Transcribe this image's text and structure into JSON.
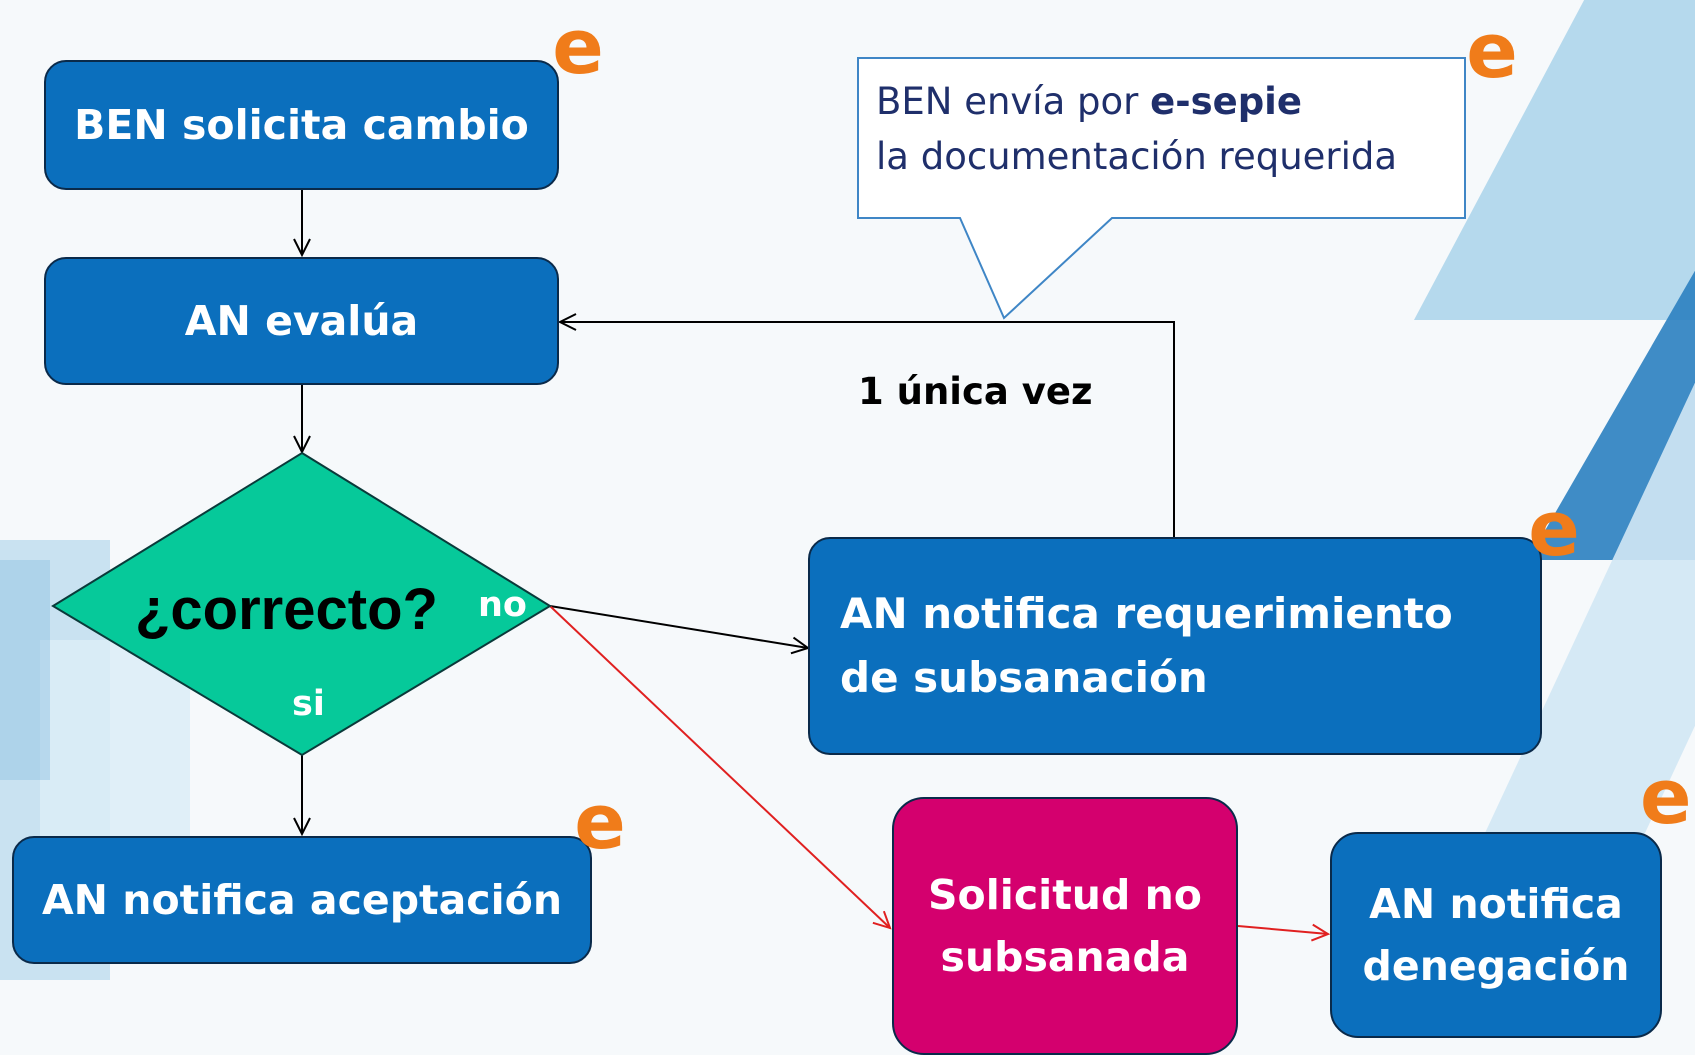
{
  "boxes": {
    "solicita": "BEN solicita cambio",
    "evalua": "AN evalúa",
    "aceptacion": "AN notifica aceptación",
    "requerimiento_line1": "AN notifica requerimiento",
    "requerimiento_line2": "de subsanación",
    "no_subsanada_line1": "Solicitud no",
    "no_subsanada_line2": "subsanada",
    "denegacion_line1": "AN notifica",
    "denegacion_line2": "denegación"
  },
  "decision": {
    "question": "¿correcto?",
    "no_label": "no",
    "si_label": "si"
  },
  "callout": {
    "prefix": "BEN envía por ",
    "bold": "e-sepie",
    "line2": "la documentación requerida"
  },
  "loop_label": "1 única vez",
  "icons": {
    "e_icon_glyph": "e",
    "e_icon_name": "e-sepie-icon",
    "color": "#f07c1a"
  },
  "colors": {
    "box_blue": "#0b6fbd",
    "decision_green": "#06c99a",
    "reject_magenta": "#d4006e",
    "reject_arrow": "#e02020",
    "callout_text": "#1f2f6b"
  }
}
